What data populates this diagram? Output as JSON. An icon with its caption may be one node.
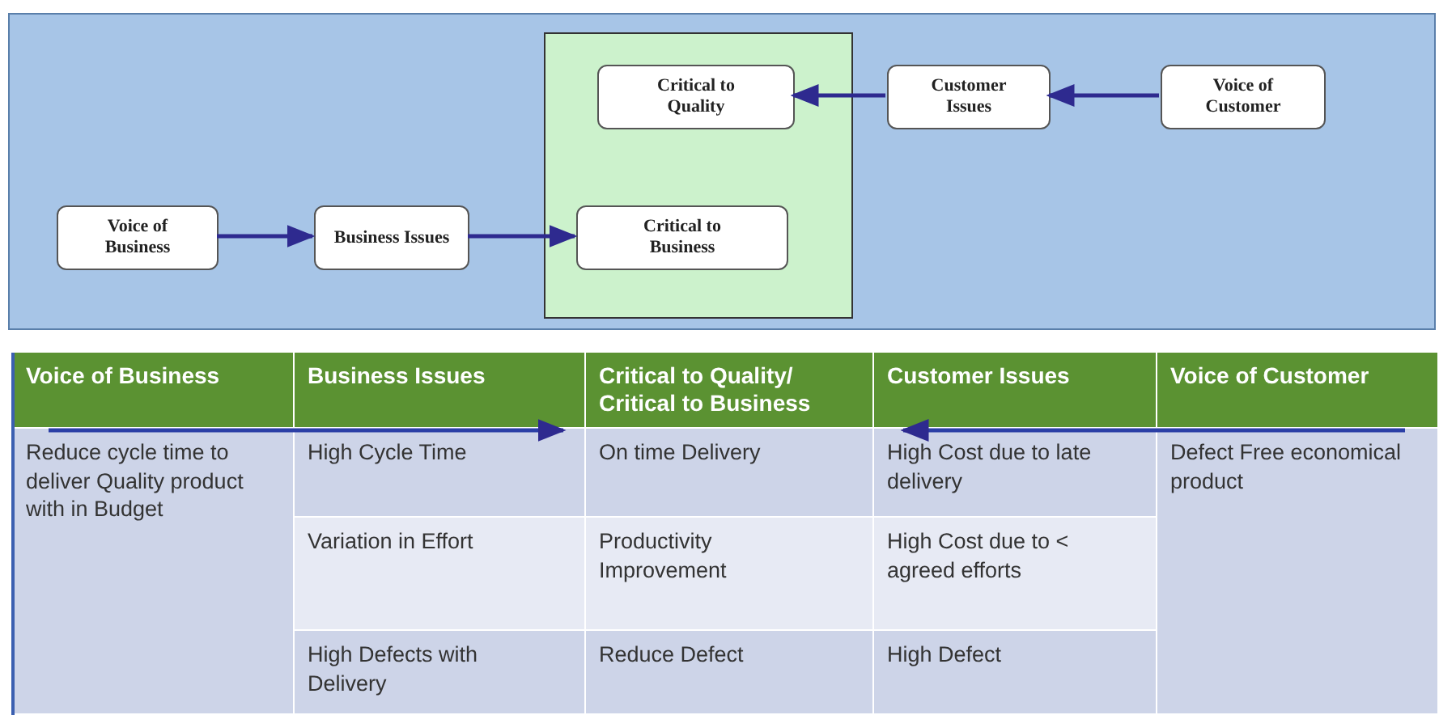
{
  "diagram": {
    "nodes": [
      {
        "text": [],
        "shape": "box"
      },
      {
        "text": [
          "Critical to Quality"
        ],
        "in": 0
      },
      {
        "text": [
          "Customer Issues"
        ]
      },
      {
        "text": [
          "Voice of Customer"
        ]
      },
      {
        "text": [
          "Voice of Business"
        ]
      },
      {
        "text": [
          "Business Issues"
        ]
      },
      {
        "text": [
          "Critical to Business"
        ],
        "in": 0
      }
    ],
    "edges": [
      {
        "from": 3,
        "to": 2,
        "arrow": "to"
      },
      {
        "from": 2,
        "to": 1,
        "arrow": "to"
      },
      {
        "from": 4,
        "to": 5,
        "arrow": "to"
      },
      {
        "from": 5,
        "to": 6,
        "arrow": "to"
      }
    ],
    "labels": [
      "Voice of Business",
      "Business Issues",
      "Critical to Quality/ Critical to Business",
      "Customer Issues",
      "Voice of Customer",
      "Reduce cycle time to deliver Quality product with in Budget",
      "High Cycle Time",
      "On time Delivery",
      "High Cost due to late delivery",
      "Defect Free economical product",
      "Variation in Effort",
      "Productivity Improvement",
      "High Cost due to < agreed efforts",
      "High Defects with Delivery",
      "Reduce Defect",
      "High Defect"
    ]
  }
}
